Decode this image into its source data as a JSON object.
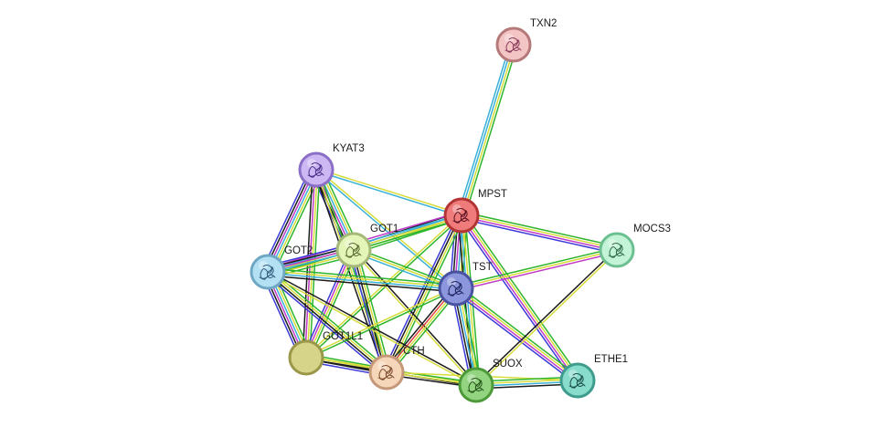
{
  "network": {
    "nodes": [
      {
        "id": "TXN2",
        "label": "TXN2",
        "fill": "#f4c5c5",
        "stroke": "#b57979",
        "ink": "#8a3a5a",
        "empty": false,
        "labelSide": "right"
      },
      {
        "id": "KYAT3",
        "label": "KYAT3",
        "fill": "#cdb8f4",
        "stroke": "#8b6fc6",
        "ink": "#4a2f8a",
        "empty": false,
        "labelSide": "right"
      },
      {
        "id": "MPST",
        "label": "MPST",
        "fill": "#ef7b7b",
        "stroke": "#b33434",
        "ink": "#5a1020",
        "empty": false,
        "labelSide": "right"
      },
      {
        "id": "GOT1",
        "label": "GOT1",
        "fill": "#e4f5b8",
        "stroke": "#a4b878",
        "ink": "#5a6a30",
        "empty": false,
        "labelSide": "right"
      },
      {
        "id": "GOT2",
        "label": "GOT2",
        "fill": "#b4e0f4",
        "stroke": "#6ea8c4",
        "ink": "#2c5878",
        "empty": false,
        "labelSide": "right"
      },
      {
        "id": "MOCS3",
        "label": "MOCS3",
        "fill": "#c4f4d8",
        "stroke": "#6cbf90",
        "ink": "#2e6a48",
        "empty": false,
        "labelSide": "right"
      },
      {
        "id": "TST",
        "label": "TST",
        "fill": "#8c96dc",
        "stroke": "#4852a0",
        "ink": "#1e2460",
        "empty": false,
        "labelSide": "right"
      },
      {
        "id": "GOT1L1",
        "label": "GOT1L1",
        "fill": "#d6d488",
        "stroke": "#9a9848",
        "ink": "#5a5820",
        "empty": true,
        "labelSide": "right"
      },
      {
        "id": "CTH",
        "label": "CTH",
        "fill": "#f6d6b8",
        "stroke": "#c49878",
        "ink": "#7a4a2a",
        "empty": false,
        "labelSide": "right"
      },
      {
        "id": "SUOX",
        "label": "SUOX",
        "fill": "#92d480",
        "stroke": "#4c9a3a",
        "ink": "#245418",
        "empty": false,
        "labelSide": "right"
      },
      {
        "id": "ETHE1",
        "label": "ETHE1",
        "fill": "#88dccc",
        "stroke": "#3e9c8c",
        "ink": "#1a4e46",
        "empty": false,
        "labelSide": "right"
      }
    ],
    "edges": [
      {
        "source": "TXN2",
        "target": "MPST",
        "colors": [
          "#2db52d",
          "#d6dc3a",
          "#3ab0d8",
          "#3ab0d8"
        ]
      },
      {
        "source": "KYAT3",
        "target": "MPST",
        "colors": [
          "#d6dc3a",
          "#3ab0d8"
        ]
      },
      {
        "source": "KYAT3",
        "target": "GOT1",
        "colors": [
          "#2db52d",
          "#d6dc3a",
          "#3ab0d8",
          "#c03ac8",
          "#1c1c1c",
          "#3a3ad8"
        ]
      },
      {
        "source": "KYAT3",
        "target": "GOT2",
        "colors": [
          "#2db52d",
          "#d6dc3a",
          "#3ab0d8",
          "#c03ac8",
          "#1c1c1c",
          "#3a3ad8"
        ]
      },
      {
        "source": "KYAT3",
        "target": "TST",
        "colors": [
          "#d6dc3a",
          "#3ab0d8"
        ]
      },
      {
        "source": "KYAT3",
        "target": "GOT1L1",
        "colors": [
          "#2db52d",
          "#d6dc3a",
          "#c03ac8",
          "#1c1c1c"
        ]
      },
      {
        "source": "KYAT3",
        "target": "CTH",
        "colors": [
          "#2db52d",
          "#d6dc3a",
          "#1c1c1c"
        ]
      },
      {
        "source": "MPST",
        "target": "GOT1",
        "colors": [
          "#2db52d",
          "#d6dc3a",
          "#3ab0d8",
          "#1c1c1c"
        ]
      },
      {
        "source": "MPST",
        "target": "GOT2",
        "colors": [
          "#2db52d",
          "#d6dc3a",
          "#3ab0d8",
          "#c03ac8"
        ]
      },
      {
        "source": "MPST",
        "target": "TST",
        "colors": [
          "#2db52d",
          "#d6dc3a",
          "#3ab0d8",
          "#c03ac8",
          "#1c1c1c",
          "#3a3ad8"
        ]
      },
      {
        "source": "MPST",
        "target": "MOCS3",
        "colors": [
          "#2db52d",
          "#d6dc3a",
          "#c03ac8",
          "#3a3ad8"
        ]
      },
      {
        "source": "MPST",
        "target": "GOT1L1",
        "colors": [
          "#2db52d",
          "#d6dc3a"
        ]
      },
      {
        "source": "MPST",
        "target": "CTH",
        "colors": [
          "#2db52d",
          "#d6dc3a",
          "#1c1c1c",
          "#3a3ad8"
        ]
      },
      {
        "source": "MPST",
        "target": "SUOX",
        "colors": [
          "#2db52d",
          "#d6dc3a",
          "#3ab0d8",
          "#1c1c1c"
        ]
      },
      {
        "source": "MPST",
        "target": "ETHE1",
        "colors": [
          "#2db52d",
          "#d6dc3a",
          "#c03ac8",
          "#3a3ad8"
        ]
      },
      {
        "source": "GOT1",
        "target": "GOT2",
        "colors": [
          "#2db52d",
          "#d6dc3a",
          "#3ab0d8",
          "#c03ac8",
          "#1c1c1c",
          "#3a3ad8"
        ]
      },
      {
        "source": "GOT1",
        "target": "TST",
        "colors": [
          "#2db52d",
          "#d6dc3a",
          "#3ab0d8"
        ]
      },
      {
        "source": "GOT1",
        "target": "GOT1L1",
        "colors": [
          "#2db52d",
          "#d6dc3a",
          "#c03ac8",
          "#3a3ad8"
        ]
      },
      {
        "source": "GOT1",
        "target": "CTH",
        "colors": [
          "#2db52d",
          "#d6dc3a",
          "#1c1c1c",
          "#3a3ad8"
        ]
      },
      {
        "source": "GOT1",
        "target": "SUOX",
        "colors": [
          "#1c1c1c",
          "#d6dc3a"
        ]
      },
      {
        "source": "GOT2",
        "target": "TST",
        "colors": [
          "#2db52d",
          "#d6dc3a",
          "#3ab0d8",
          "#1c1c1c"
        ]
      },
      {
        "source": "GOT2",
        "target": "GOT1L1",
        "colors": [
          "#2db52d",
          "#d6dc3a",
          "#3ab0d8",
          "#c03ac8",
          "#1c1c1c",
          "#3a3ad8"
        ]
      },
      {
        "source": "GOT2",
        "target": "CTH",
        "colors": [
          "#2db52d",
          "#d6dc3a",
          "#1c1c1c",
          "#3a3ad8"
        ]
      },
      {
        "source": "GOT2",
        "target": "SUOX",
        "colors": [
          "#1c1c1c",
          "#d6dc3a"
        ]
      },
      {
        "source": "TST",
        "target": "MOCS3",
        "colors": [
          "#2db52d",
          "#d6dc3a",
          "#c03ac8"
        ]
      },
      {
        "source": "TST",
        "target": "GOT1L1",
        "colors": [
          "#2db52d",
          "#d6dc3a"
        ]
      },
      {
        "source": "TST",
        "target": "CTH",
        "colors": [
          "#2db52d",
          "#d6dc3a",
          "#e04040",
          "#1c1c1c"
        ]
      },
      {
        "source": "TST",
        "target": "SUOX",
        "colors": [
          "#2db52d",
          "#d6dc3a",
          "#3ab0d8",
          "#1c1c1c",
          "#3a3ad8"
        ]
      },
      {
        "source": "TST",
        "target": "ETHE1",
        "colors": [
          "#2db52d",
          "#d6dc3a",
          "#c03ac8",
          "#3a3ad8"
        ]
      },
      {
        "source": "GOT1L1",
        "target": "CTH",
        "colors": [
          "#2db52d",
          "#d6dc3a",
          "#1c1c1c",
          "#3a3ad8"
        ]
      },
      {
        "source": "GOT1L1",
        "target": "SUOX",
        "colors": [
          "#d6dc3a",
          "#1c1c1c"
        ]
      },
      {
        "source": "CTH",
        "target": "SUOX",
        "colors": [
          "#2db52d",
          "#d6dc3a",
          "#1c1c1c"
        ]
      },
      {
        "source": "CTH",
        "target": "ETHE1",
        "colors": [
          "#d6dc3a"
        ]
      },
      {
        "source": "SUOX",
        "target": "ETHE1",
        "colors": [
          "#2db52d",
          "#d6dc3a",
          "#3ab0d8",
          "#1c1c1c"
        ]
      },
      {
        "source": "SUOX",
        "target": "MOCS3",
        "colors": [
          "#1c1c1c",
          "#d6dc3a"
        ]
      }
    ]
  }
}
